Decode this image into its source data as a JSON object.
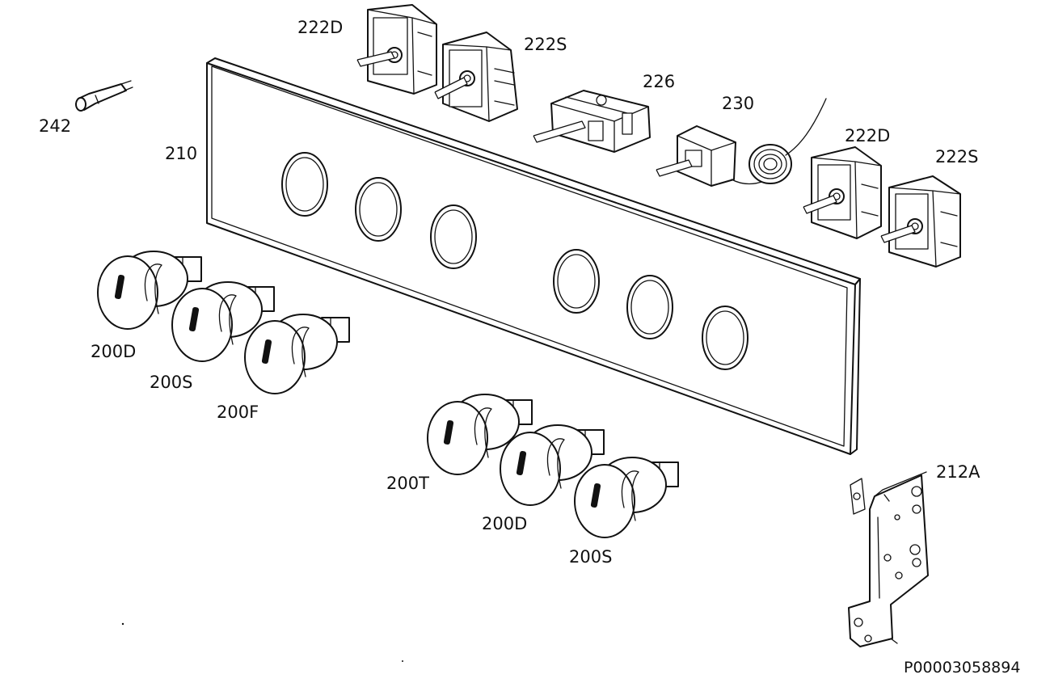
{
  "labels": {
    "knob_200d_a": "200D",
    "knob_200s_a": "200S",
    "knob_200f": "200F",
    "knob_200t": "200T",
    "knob_200d_b": "200D",
    "knob_200s_b": "200S",
    "panel": "210",
    "bracket": "212A",
    "switch_222d_a": "222D",
    "switch_222s_a": "222S",
    "switch_226": "226",
    "thermostat_230": "230",
    "switch_222d_b": "222D",
    "switch_222s_b": "222S",
    "lamp_242": "242"
  },
  "drawing_code": "P00003058894"
}
